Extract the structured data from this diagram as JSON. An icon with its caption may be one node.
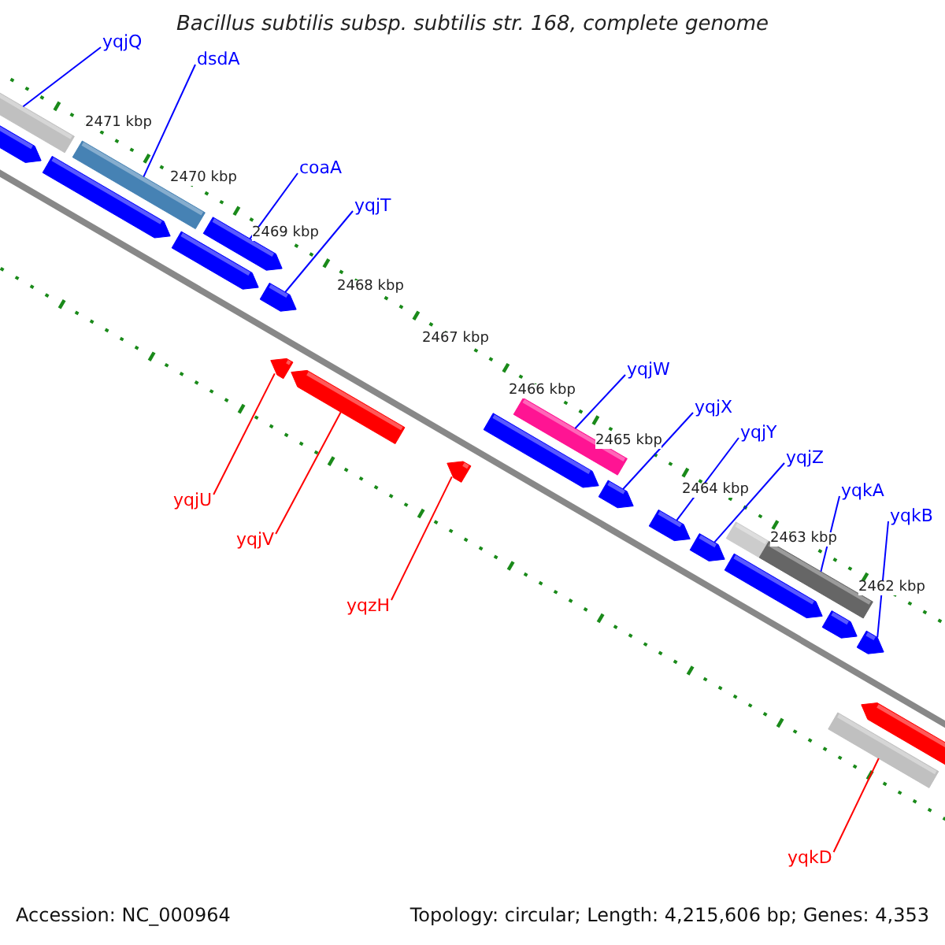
{
  "diagram": {
    "title": "Bacillus subtilis subsp. subtilis str. 168, complete genome",
    "nodes": [
      {
        "text": [
          "yqjQ"
        ]
      },
      {
        "text": [
          "dsdA"
        ]
      },
      {
        "text": [
          "coaA"
        ]
      },
      {
        "text": [
          "yqjT"
        ]
      },
      {
        "text": [
          "yqjW"
        ]
      },
      {
        "text": [
          "yqjX"
        ]
      },
      {
        "text": [
          "yqjY"
        ]
      },
      {
        "text": [
          "yqjZ"
        ]
      },
      {
        "text": [
          "yqkA"
        ]
      },
      {
        "text": [
          "yqkB"
        ]
      },
      {
        "text": [
          "yqjU"
        ]
      },
      {
        "text": [
          "yqjV"
        ]
      },
      {
        "text": [
          "yqzH"
        ]
      },
      {
        "text": [
          "yqkD"
        ]
      },
      {
        "text": [],
        "shape": "bar"
      },
      {
        "text": [],
        "shape": "arrow"
      },
      {
        "text": [],
        "shape": "arrow"
      },
      {
        "text": [],
        "shape": "bar"
      },
      {
        "text": [],
        "shape": "arrow"
      },
      {
        "text": [],
        "shape": "arrow"
      },
      {
        "text": [],
        "shape": "arrow"
      },
      {
        "text": [],
        "shape": "arrow"
      },
      {
        "text": [],
        "shape": "arrow"
      },
      {
        "text": [],
        "shape": "arrow"
      },
      {
        "text": [],
        "shape": "arrow"
      },
      {
        "text": [],
        "shape": "bar"
      },
      {
        "text": [],
        "shape": "arrow"
      },
      {
        "text": [],
        "shape": "arrow"
      },
      {
        "text": [],
        "shape": "arrow"
      },
      {
        "text": [],
        "shape": "bar"
      },
      {
        "text": [],
        "shape": "bar"
      },
      {
        "text": [],
        "shape": "arrow"
      },
      {
        "text": [],
        "shape": "arrow"
      },
      {
        "text": [],
        "shape": "arrow"
      },
      {
        "text": [],
        "shape": "bar"
      },
      {
        "text": [],
        "shape": "arrow"
      }
    ],
    "edges": [
      {
        "from": 0,
        "to": 14,
        "arrow": "none"
      },
      {
        "from": 1,
        "to": 17,
        "arrow": "none"
      },
      {
        "from": 2,
        "to": 19,
        "arrow": "none"
      },
      {
        "from": 3,
        "to": 20,
        "arrow": "none"
      },
      {
        "from": 4,
        "to": 25,
        "arrow": "none"
      },
      {
        "from": 5,
        "to": 26,
        "arrow": "none"
      },
      {
        "from": 6,
        "to": 27,
        "arrow": "none"
      },
      {
        "from": 7,
        "to": 28,
        "arrow": "none"
      },
      {
        "from": 8,
        "to": 30,
        "arrow": "none"
      },
      {
        "from": 9,
        "to": 33,
        "arrow": "none"
      },
      {
        "from": 10,
        "to": 21,
        "arrow": "none",
        "color": "#ff0000"
      },
      {
        "from": 11,
        "to": 22,
        "arrow": "none",
        "color": "#ff0000"
      },
      {
        "from": 12,
        "to": 23,
        "arrow": "none",
        "color": "#ff0000"
      },
      {
        "from": 13,
        "to": 34,
        "arrow": "none",
        "color": "#ff0000"
      }
    ],
    "labels": [
      "2471 kbp",
      "2470 kbp",
      "2469 kbp",
      "2468 kbp",
      "2467 kbp",
      "2466 kbp",
      "2465 kbp",
      "2464 kbp",
      "2463 kbp",
      "2462 kbp",
      "Accession: NC_000964",
      "Topology: circular; Length: 4,215,606 bp; Genes: 4,353"
    ]
  }
}
